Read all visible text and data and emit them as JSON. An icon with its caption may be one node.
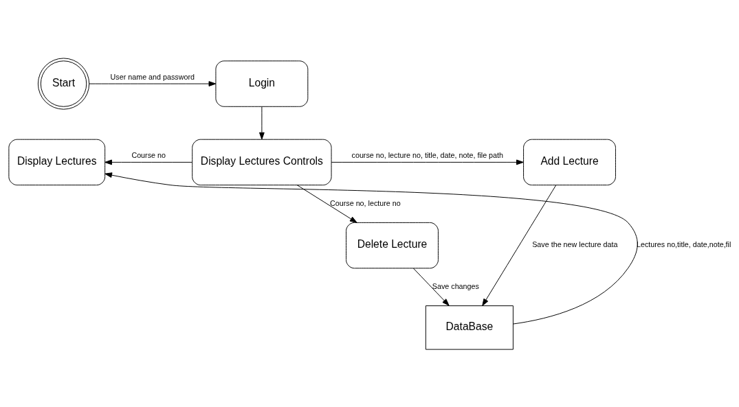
{
  "diagram": {
    "nodes": [
      {
        "text": [
          "Start"
        ]
      },
      {
        "text": [
          "Login"
        ]
      },
      {
        "text": [
          "Display Lectures"
        ]
      },
      {
        "text": [
          "Display Lectures Controls"
        ]
      },
      {
        "text": [
          "Add Lecture"
        ]
      },
      {
        "text": [
          "Delete Lecture"
        ]
      },
      {
        "text": [
          "DataBase"
        ]
      }
    ],
    "edges": [
      {
        "from": 0,
        "to": 1,
        "arrow": "to",
        "label": "User name and password"
      },
      {
        "from": 1,
        "to": 3,
        "arrow": "to"
      },
      {
        "from": 3,
        "to": 2,
        "arrow": "to",
        "label": "Course no"
      },
      {
        "from": 3,
        "to": 4,
        "arrow": "to",
        "label": "course no, lecture no, title, date, note, file path"
      },
      {
        "from": 3,
        "to": 5,
        "arrow": "to",
        "label": "Course no, lecture no"
      },
      {
        "from": 4,
        "to": 6,
        "arrow": "to",
        "label": "Save the new lecture data"
      },
      {
        "from": 5,
        "to": 6,
        "arrow": "to",
        "label": "Save changes"
      },
      {
        "from": 6,
        "to": 2,
        "arrow": "to",
        "label": "Lectures no,title, date,note,fil"
      }
    ]
  }
}
